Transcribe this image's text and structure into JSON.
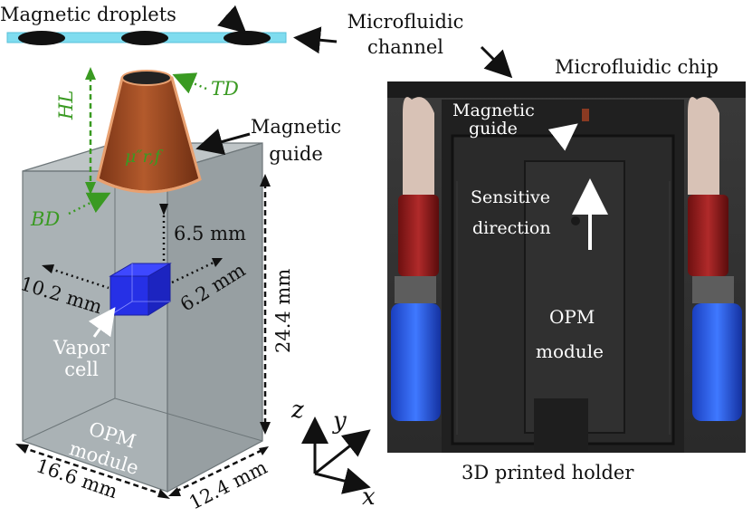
{
  "labels": {
    "magnetic_droplets": "Magnetic droplets",
    "microfluidic_channel_line1": "Microfluidic",
    "microfluidic_channel_line2": "channel",
    "microfluidic_chip": "Microfluidic chip",
    "magnetic_guide_line1": "Magnetic",
    "magnetic_guide_line2": "guide",
    "td": "TD",
    "hl": "HL",
    "bd": "BD",
    "mu": "μ″r,f",
    "dim_6_5": "6.5 mm",
    "dim_10_2": "10.2 mm",
    "dim_6_2": "6.2 mm",
    "dim_24_4": "24.4 mm",
    "dim_16_6": "16.6 mm",
    "dim_12_4": "12.4 mm",
    "vapor_cell_line1": "Vapor",
    "vapor_cell_line2": "cell",
    "opm_module_line1": "OPM",
    "opm_module_line2": "module",
    "axis_z": "z",
    "axis_y": "y",
    "axis_x": "x",
    "printed_holder": "3D printed holder"
  },
  "photo": {
    "magnetic_guide_line1": "Magnetic",
    "magnetic_guide_line2": "guide",
    "sensitive_line1": "Sensitive",
    "sensitive_line2": "direction",
    "opm_line1": "OPM",
    "opm_line2": "module"
  },
  "colors": {
    "channel": "#7fdcef",
    "droplet": "#111111",
    "cone": "#a8502a",
    "cone_rim": "#e8a070",
    "box": "#8a9498",
    "vapor_cell": "#2630e6",
    "dimension_green": "#3a9a22"
  }
}
